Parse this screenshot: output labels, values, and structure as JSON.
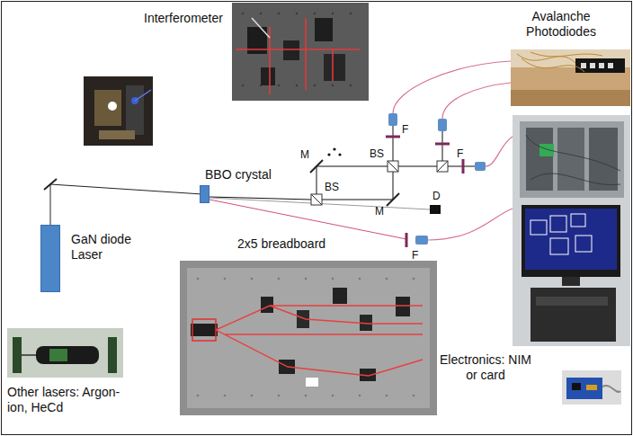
{
  "diagram": {
    "nodes": [
      {
        "text": [
          "GaN diode Laser"
        ]
      },
      {
        "text": [
          "BBO crystal"
        ]
      }
    ],
    "edges": [
      {
        "from": 0,
        "to": 1,
        "arrow": "none"
      }
    ],
    "labels": [
      "Interferometer",
      "Avalanche Photodiodes",
      "2x5 breadboard",
      "Other lasers: Argon-ion, HeCd",
      "Electronics: NIM or card",
      "M",
      "BS",
      "BS",
      "M",
      "F",
      "F",
      "F",
      "D"
    ]
  }
}
